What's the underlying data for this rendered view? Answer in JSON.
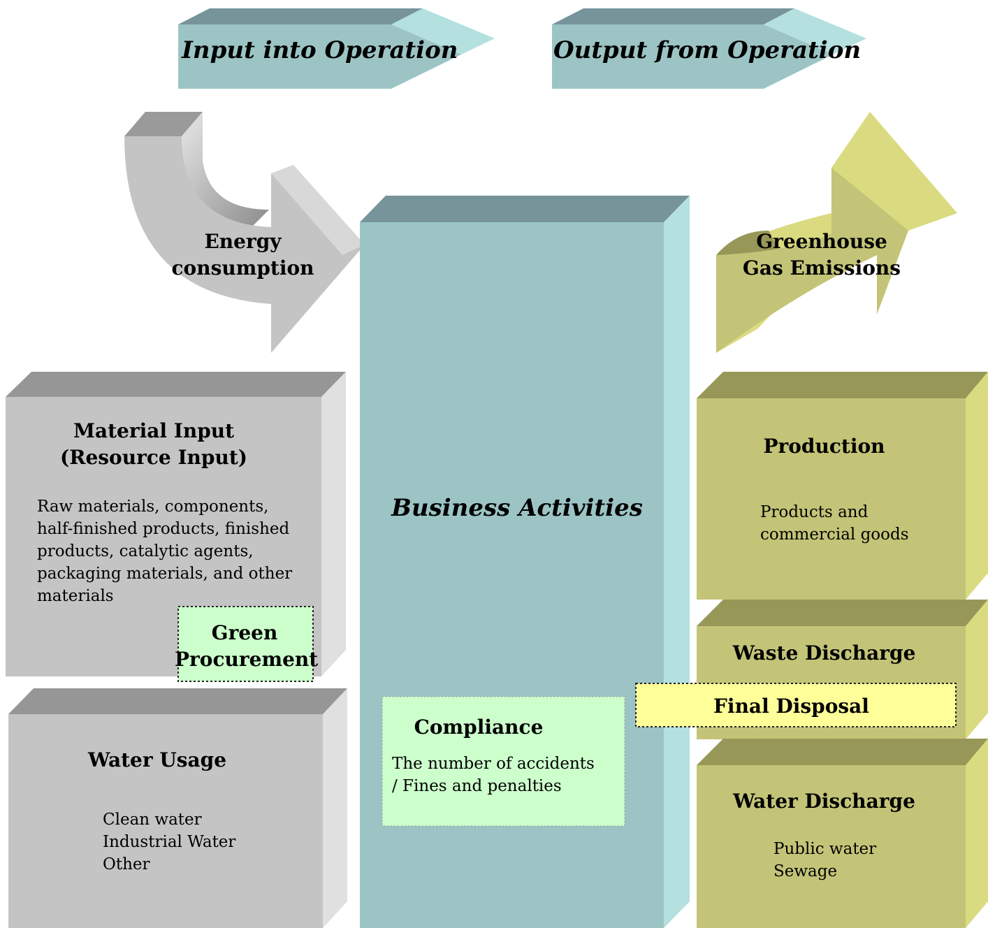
{
  "header": {
    "input_title": "Input into Operation",
    "output_title": "Output from Operation"
  },
  "inputs": {
    "energy": {
      "label": "Energy\nconsumption"
    },
    "material": {
      "title": "Material Input\n(Resource Input)",
      "body": "Raw materials, components,\n half-finished products, finished\nproducts, catalytic agents,\npackaging materials, and other\nmaterials",
      "highlight": "Green\nProcurement"
    },
    "water": {
      "title": "Water Usage",
      "body": "Clean water\nIndustrial Water\nOther"
    }
  },
  "center": {
    "title": "Business Activities",
    "compliance": {
      "title": "Compliance",
      "body": "The number of accidents\n/ Fines and penalties"
    }
  },
  "outputs": {
    "ghg": {
      "label": "Greenhouse\nGas Emissions"
    },
    "production": {
      "title": "Production",
      "body": "Products and\ncommercial goods"
    },
    "waste": {
      "title": "Waste Discharge",
      "highlight": "Final Disposal"
    },
    "water": {
      "title": "Water Discharge",
      "body": "Public water\nSewage"
    }
  },
  "colors": {
    "teal_face": "#9cc4c4",
    "teal_top": "#76949a",
    "teal_side": "#b4e0e0",
    "gray_face": "#c4c4c4",
    "gray_top": "#969696",
    "gray_side": "#e0e0e0",
    "olive_face": "#c4c478",
    "olive_top": "#979758",
    "olive_side": "#dada80",
    "green_box": "#ccffcc",
    "yellow_box": "#ffff99"
  }
}
